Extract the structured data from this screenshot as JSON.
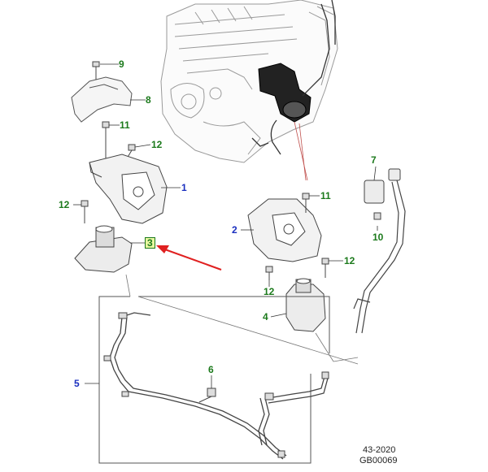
{
  "diagram": {
    "callouts": {
      "c1": "1",
      "c2": "2",
      "c3": "3",
      "c4": "4",
      "c5": "5",
      "c6": "6",
      "c7": "7",
      "c8": "8",
      "c9": "9",
      "c10": "10",
      "c11a": "11",
      "c11b": "11",
      "c12a": "12",
      "c12b": "12",
      "c12c": "12",
      "c12d": "12"
    },
    "footer": {
      "ref": "43-2020",
      "code": "GB00069"
    },
    "colors": {
      "part_number": "#1c7a1c",
      "component_number": "#1a2fbf",
      "highlight_fill": "#e8f7a0",
      "arrow": "#e02020",
      "leader_to_engine": "#c0504d"
    }
  }
}
